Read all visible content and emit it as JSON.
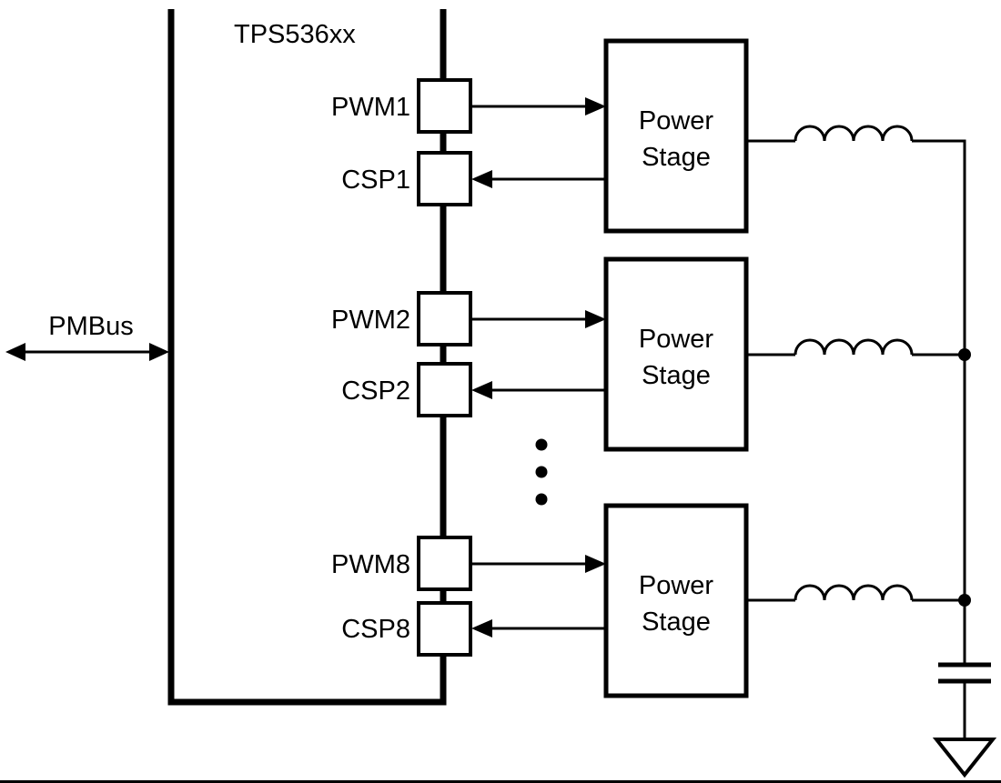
{
  "diagram": {
    "chip_label": "TPS536xx",
    "bus_label": "PMBus",
    "channels": [
      {
        "pwm_label": "PWM1",
        "csp_label": "CSP1",
        "power_stage": {
          "line1": "Power",
          "line2": "Stage"
        }
      },
      {
        "pwm_label": "PWM2",
        "csp_label": "CSP2",
        "power_stage": {
          "line1": "Power",
          "line2": "Stage"
        }
      },
      {
        "pwm_label": "PWM8",
        "csp_label": "CSP8",
        "power_stage": {
          "line1": "Power",
          "line2": "Stage"
        }
      }
    ],
    "colors": {
      "line": "#000000",
      "background": "#ffffff"
    }
  }
}
